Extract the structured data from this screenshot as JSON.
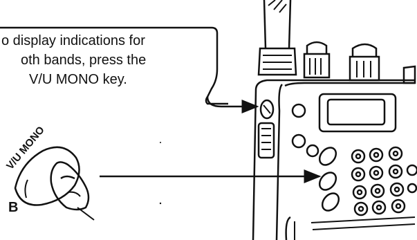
{
  "callout": {
    "line1": "o display indications for",
    "line2": "oth bands, press the",
    "line3": "V/U MONO key."
  },
  "key": {
    "label": "V/U MONO",
    "corner_letter": "B"
  },
  "colors": {
    "ink": "#111111",
    "background": "#ffffff"
  }
}
